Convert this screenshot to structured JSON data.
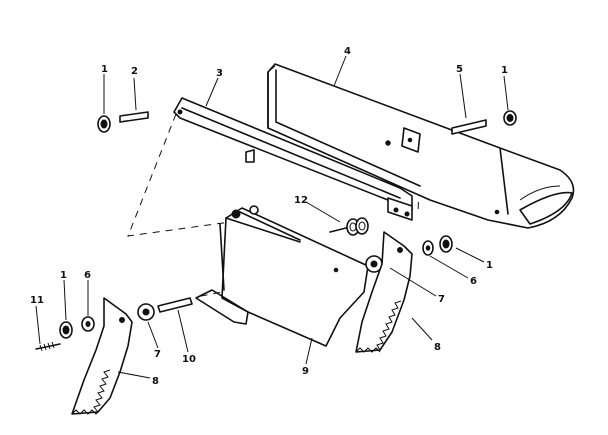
{
  "callouts": [
    "1",
    "2",
    "3",
    "4",
    "5",
    "1",
    "12",
    "1",
    "6",
    "7",
    "8",
    "11",
    "1",
    "6",
    "7",
    "10",
    "9",
    "8"
  ]
}
